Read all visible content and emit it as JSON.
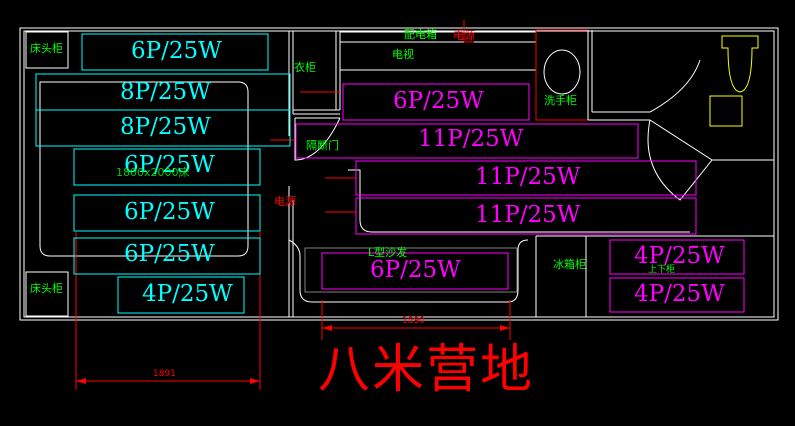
{
  "panels": {
    "left": [
      "6P/25W",
      "8P/25W",
      "8P/25W",
      "6P/25W",
      "6P/25W",
      "6P/25W",
      "4P/25W"
    ],
    "middle": [
      "6P/25W",
      "11P/25W",
      "11P/25W",
      "11P/25W",
      "6P/25W"
    ],
    "right": [
      "4P/25W",
      "4P/25W"
    ]
  },
  "labels": {
    "bedside_cabinet_top": "床头柜",
    "bedside_cabinet_bottom": "床头柜",
    "bed": "1800x2000床",
    "wardrobe": "衣柜",
    "distribution_box": "配电箱",
    "power_top": "电源",
    "tv": "电视",
    "sink_cabinet": "洗手柜",
    "partition_door": "隔断门",
    "power_mid": "电源",
    "sofa": "L型沙发",
    "fridge_cabinet": "冰箱柜",
    "upper_cabinet": "上下柜"
  },
  "dimensions": {
    "left": "1891",
    "middle": "1890"
  },
  "title": "八米营地",
  "colors": {
    "cyan": "#00ffff",
    "magenta": "#ff00ff",
    "red": "#ff0000",
    "green": "#00ff00",
    "white": "#ffffff",
    "yellow": "#ffff00"
  }
}
